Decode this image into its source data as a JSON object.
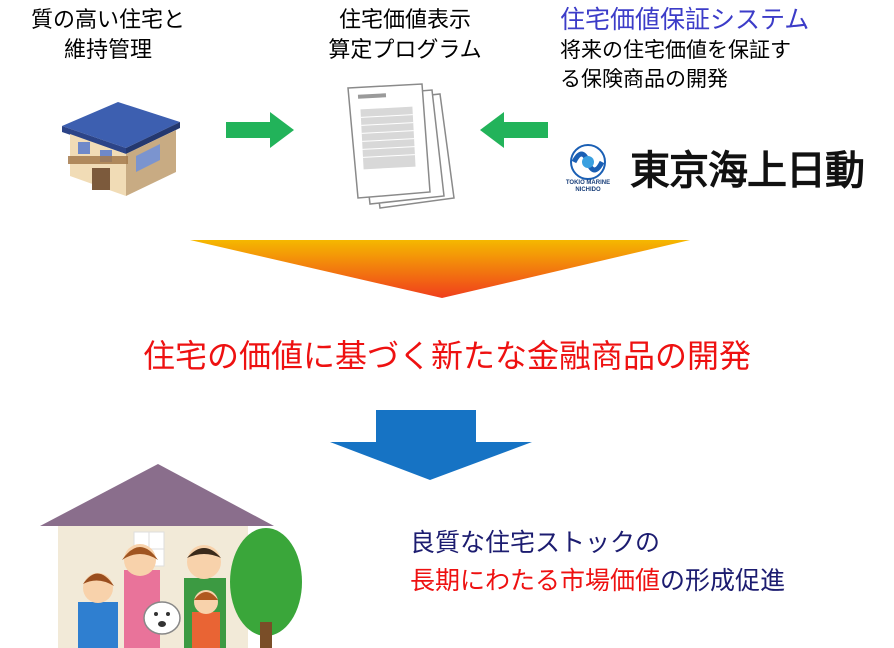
{
  "colors": {
    "green_arrow": "#22b35a",
    "orange_top": "#f5b800",
    "orange_bottom": "#f03e1c",
    "blue_arrow": "#1673c4",
    "red_text": "#ee1111",
    "blue_title": "#3c3cc8",
    "navy_text": "#1c1c70"
  },
  "top": {
    "house_label_line1": "質の高い住宅と",
    "house_label_line2": "維持管理",
    "program_label_line1": "住宅価値表示",
    "program_label_line2": "算定プログラム",
    "guarantee_title": "住宅価値保証システム",
    "guarantee_desc_line1": "将来の住宅価値を保証す",
    "guarantee_desc_line2": "る保険商品の開発",
    "insurer_name": "東京海上日動",
    "insurer_logo_small_line1": "TOKIO MARINE",
    "insurer_logo_small_line2": "NICHIDO"
  },
  "middle": {
    "headline": "住宅の価値に基づく新たな金融商品の開発"
  },
  "bottom": {
    "line1": "良質な住宅ストックの",
    "line2_red": "長期にわたる市場価値",
    "line2_rest": "の形成促進"
  }
}
